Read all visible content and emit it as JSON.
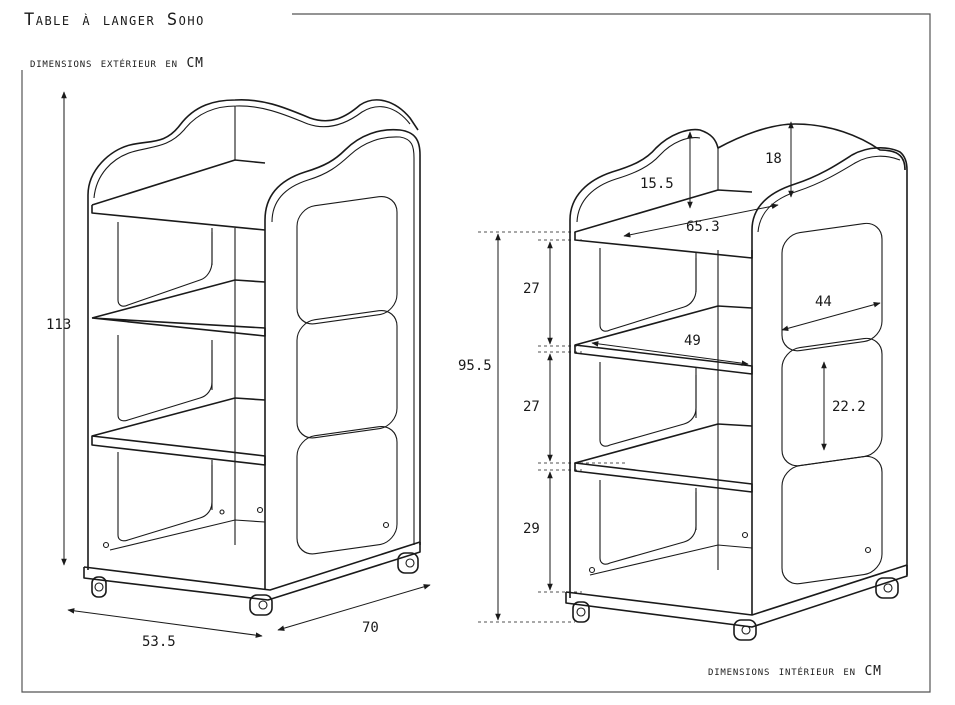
{
  "title": "Table à langer Soho",
  "exterior_caption": "dimensions extérieur en CM",
  "interior_caption": "dimensions intérieur en CM",
  "exterior": {
    "height": "113",
    "width": "53.5",
    "depth": "70"
  },
  "interior": {
    "total_height": "95.5",
    "shelf_gap_top": "27",
    "shelf_gap_middle": "27",
    "shelf_gap_bottom": "29",
    "back_panel_height": "15.5",
    "side_panel_height": "18",
    "top_depth": "65.3",
    "shelf_depth": "49",
    "opening_width": "44",
    "opening_height": "22.2"
  }
}
